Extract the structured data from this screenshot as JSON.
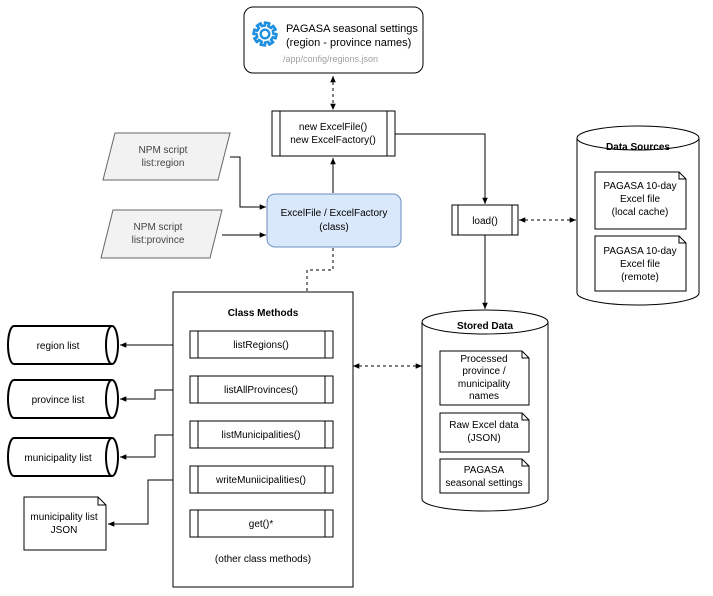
{
  "settings": {
    "title_line1": "PAGASA seasonal settings",
    "title_line2": "(region - province names)",
    "path": "/app/config/regions.json",
    "icon": "gear-icon",
    "icon_color": "#1f8fe0"
  },
  "excel_new": {
    "line1": "new ExcelFile()",
    "line2": "new ExcelFactory()"
  },
  "npm_region": {
    "line1": "NPM script",
    "line2": "list:region"
  },
  "npm_province": {
    "line1": "NPM script",
    "line2": "list:province"
  },
  "excel_class": {
    "line1": "ExcelFile / ExcelFactory",
    "line2": "(class)",
    "fill": "#dae8fc",
    "stroke": "#6c8ebf"
  },
  "load": {
    "label": "load()"
  },
  "data_sources": {
    "title": "Data Sources",
    "doc1": {
      "line1": "PAGASA 10-day",
      "line2": "Excel file",
      "line3": "(local cache)"
    },
    "doc2": {
      "line1": "PAGASA 10-day",
      "line2": "Excel file",
      "line3": "(remote)"
    }
  },
  "class_methods": {
    "title": "Class Methods",
    "methods": [
      "listRegions()",
      "listAllProvinces()",
      "listMunicipalities()",
      "writeMuniicipalities()",
      "get()*"
    ],
    "footer": "(other class methods)"
  },
  "outputs": {
    "region_list": "region list",
    "province_list": "province list",
    "municipality_list": "municipality list",
    "municipality_json_line1": "municipality list",
    "municipality_json_line2": "JSON"
  },
  "stored_data": {
    "title": "Stored Data",
    "doc1": {
      "line1": "Processed",
      "line2": "province /",
      "line3": "municipality",
      "line4": "names"
    },
    "doc2": {
      "line1": "Raw Excel data",
      "line2": "(JSON)"
    },
    "doc3": {
      "line1": "PAGASA",
      "line2": "seasonal settings"
    }
  }
}
